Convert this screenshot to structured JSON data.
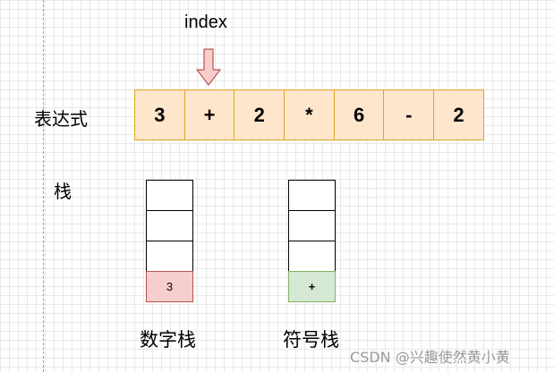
{
  "index_label": "index",
  "expression_label": "表达式",
  "stack_label": "栈",
  "expression_tokens": [
    "3",
    "+",
    "2",
    "*",
    "6",
    "-",
    "2"
  ],
  "index_position": 1,
  "number_stack": {
    "label": "数字栈",
    "slots": [
      "",
      "",
      "",
      "3"
    ],
    "fill_color": "#f8cecc"
  },
  "operator_stack": {
    "label": "符号栈",
    "slots": [
      "",
      "",
      "",
      "+"
    ],
    "fill_color": "#d5e8d4"
  },
  "expression_cell_color": "#ffe6cc",
  "arrow_color": "#f8cecc",
  "watermark": "CSDN @兴趣使然黄小黄"
}
